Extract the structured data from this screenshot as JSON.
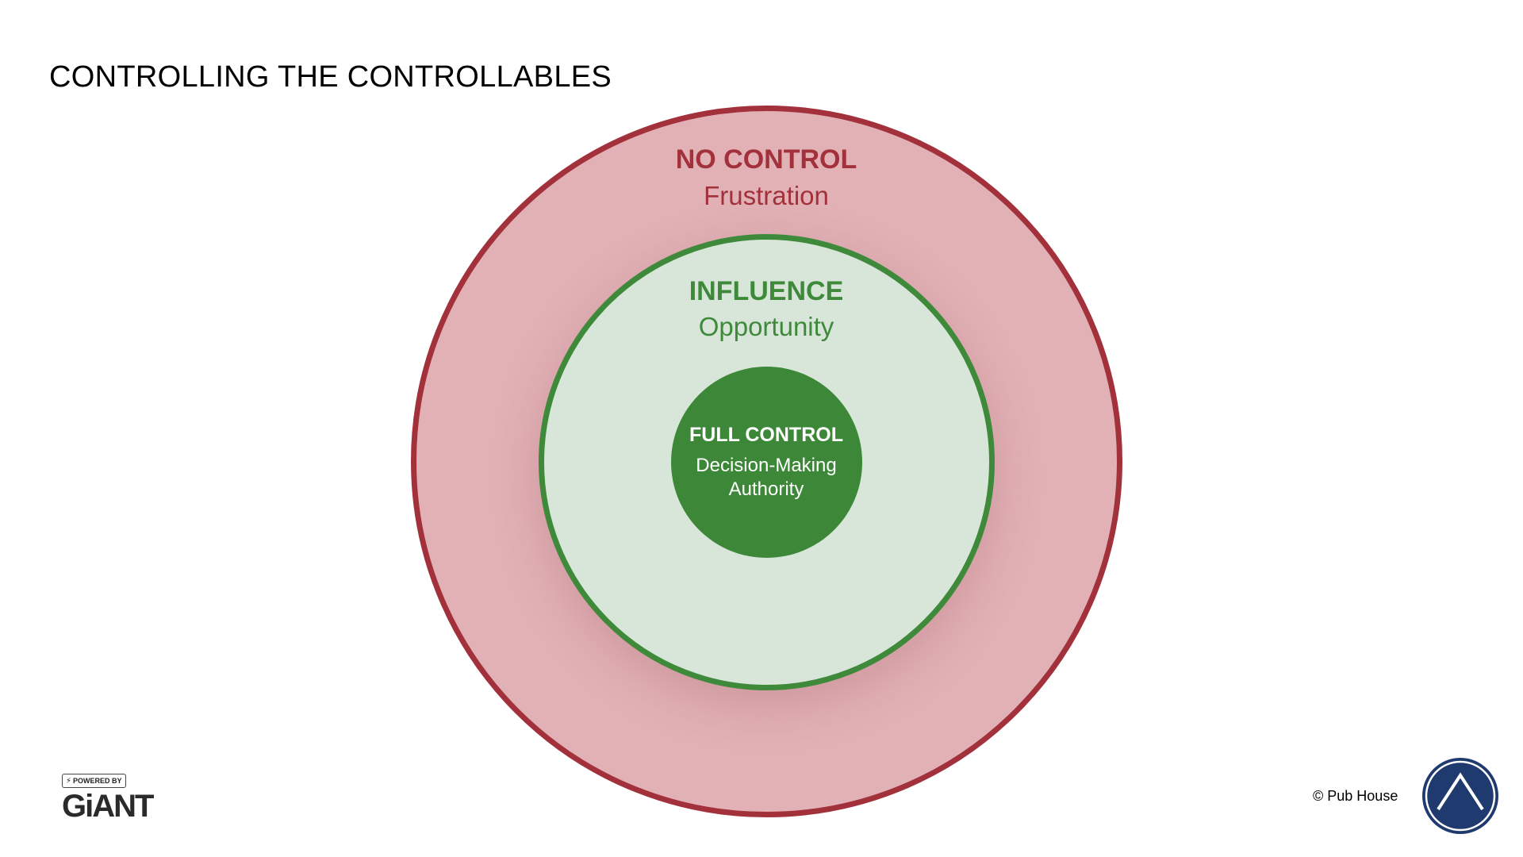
{
  "slide": {
    "title": "CONTROLLING THE CONTROLLABLES"
  },
  "rings": {
    "outer": {
      "heading": "NO CONTROL",
      "subtext": "Frustration"
    },
    "middle": {
      "heading": "INFLUENCE",
      "subtext": "Opportunity"
    },
    "inner": {
      "heading": "FULL CONTROL",
      "subtext_line1": "Decision-Making",
      "subtext_line2": "Authority"
    }
  },
  "footer": {
    "powered_by": "POWERED BY",
    "brand": "GiANT",
    "copyright": "© Pub House",
    "logo_icon": "chevron-up-icon"
  },
  "colors": {
    "no_control_border": "#a2313b",
    "no_control_fill": "#e1b1b6",
    "influence_border": "#3e8a3a",
    "influence_fill": "#d8e6d9",
    "full_control_fill": "#3d8838",
    "logo_navy": "#1f3a6e"
  }
}
